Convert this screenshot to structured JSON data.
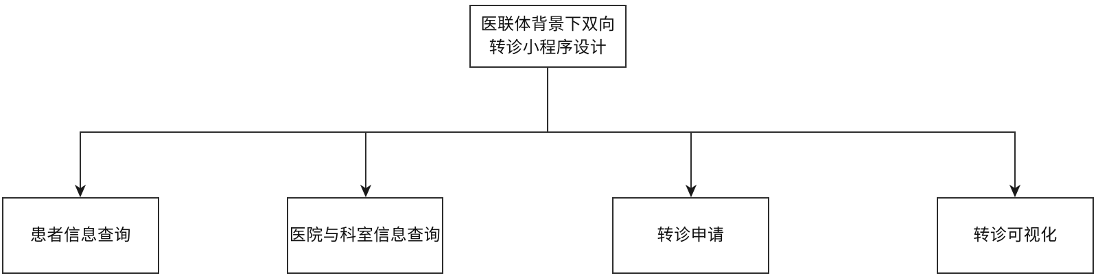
{
  "diagram": {
    "type": "tree",
    "root": {
      "id": "root",
      "label": "医联体背景下双向转诊小程序设计"
    },
    "children": [
      {
        "id": "patient-info-query",
        "label": "患者信息查询"
      },
      {
        "id": "hospital-dept-query",
        "label": "医院与科室信息查询"
      },
      {
        "id": "referral-request",
        "label": "转诊申请"
      },
      {
        "id": "referral-visualization",
        "label": "转诊可视化"
      }
    ],
    "edges": [
      {
        "from": "root",
        "to": "patient-info-query",
        "arrow": "down"
      },
      {
        "from": "root",
        "to": "hospital-dept-query",
        "arrow": "down"
      },
      {
        "from": "root",
        "to": "referral-request",
        "arrow": "down"
      },
      {
        "from": "root",
        "to": "referral-visualization",
        "arrow": "down"
      }
    ],
    "colors": {
      "stroke": "#2d2d2d",
      "text": "#111111",
      "background": "#ffffff",
      "arrow_fill": "#1a1a1a"
    }
  }
}
